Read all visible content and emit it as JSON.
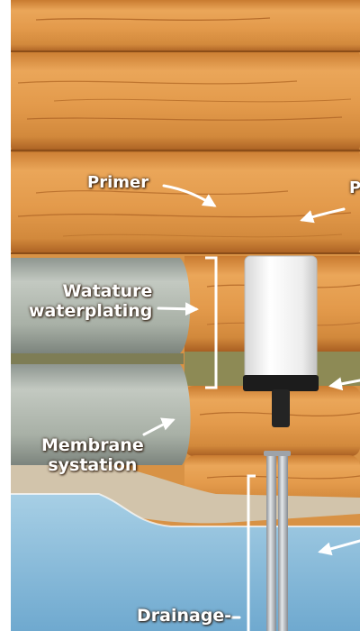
{
  "labels": {
    "primer": "Primer",
    "edge_fragment": "P",
    "watature": "Watature",
    "waterplating": "waterplating",
    "membrane": "Membrane",
    "systation": "systation",
    "drainage": "Drainage-"
  },
  "colors": {
    "log_wood": "#e09a4a",
    "log_dark": "#b76a26",
    "grey_log": "#a9b0a7",
    "olive_band": "#8d8a55",
    "water": "#86b9d8",
    "arrow": "#ffffff",
    "cylinder": "#f4f4f4",
    "pipe": "#b9bdc2"
  }
}
